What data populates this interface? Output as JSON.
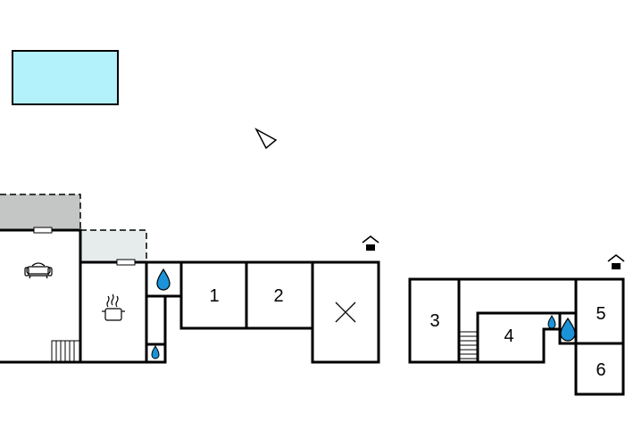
{
  "colors": {
    "pool": "#b3f1fb",
    "terrace_covered": "#c4c6c6",
    "terrace_open": "#e6ecec",
    "wall": "#000000",
    "water": "#1a93d8"
  },
  "icons": {
    "north_arrow": "north-arrow-icon",
    "entrance": "house-entrance-icon",
    "living": "sofa-icon",
    "kitchen": "cooking-pot-icon",
    "bathroom": "water-drop-icon",
    "stairs": "stairs-icon",
    "technical": "cross-icon"
  },
  "rooms": {
    "r1": "1",
    "r2": "2",
    "r3": "3",
    "r4": "4",
    "r5": "5",
    "r6": "6"
  }
}
